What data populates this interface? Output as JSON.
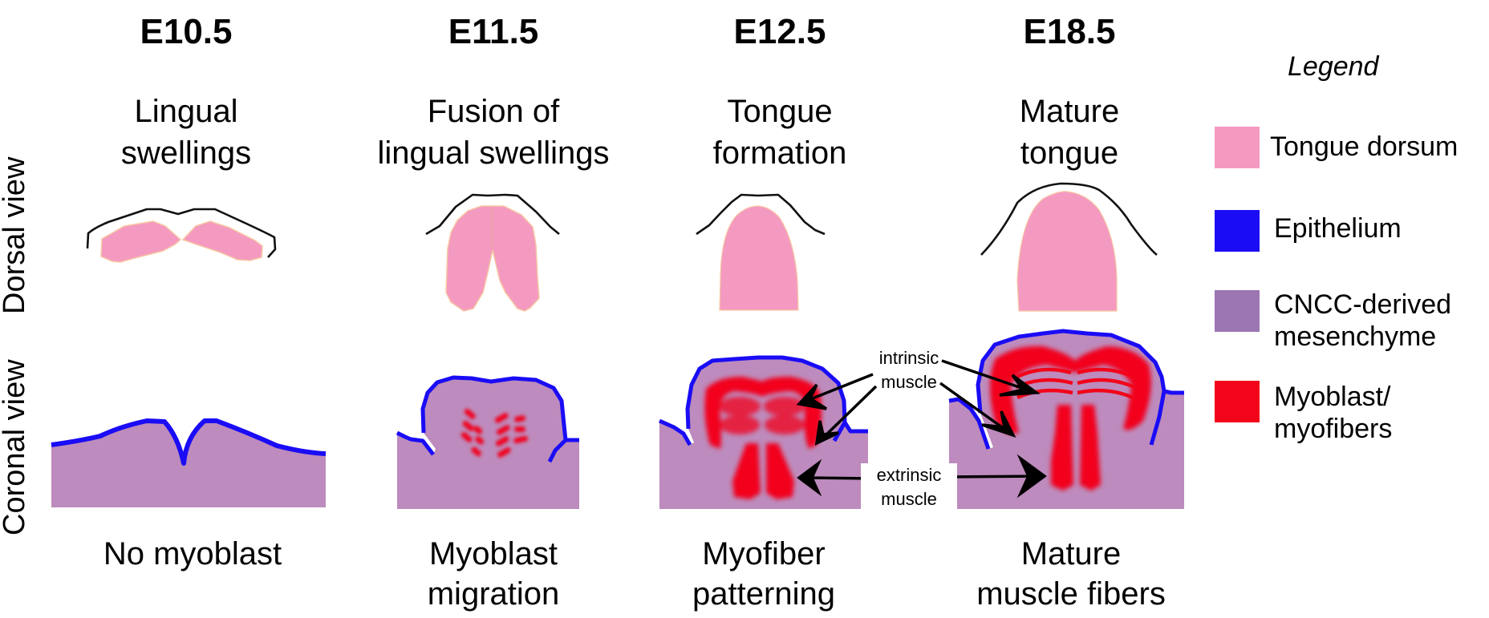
{
  "stages": [
    {
      "title": "E10.5",
      "dorsal_description": [
        "Lingual",
        "swellings"
      ],
      "coronal_caption": [
        "No myoblast",
        ""
      ]
    },
    {
      "title": "E11.5",
      "dorsal_description": [
        "Fusion of",
        "lingual swellings"
      ],
      "coronal_caption": [
        "Myoblast",
        "migration"
      ]
    },
    {
      "title": "E12.5",
      "dorsal_description": [
        "Tongue",
        "formation"
      ],
      "coronal_caption": [
        "Myofiber",
        "patterning"
      ]
    },
    {
      "title": "E18.5",
      "dorsal_description": [
        "Mature",
        "tongue"
      ],
      "coronal_caption": [
        "Mature",
        "muscle fibers"
      ]
    }
  ],
  "row_labels": {
    "dorsal": "Dorsal view",
    "coronal": "Coronal view"
  },
  "annotations": {
    "intrinsic": [
      "intrinsic",
      "muscle"
    ],
    "extrinsic": [
      "extrinsic",
      "muscle"
    ]
  },
  "legend": {
    "title": "Legend",
    "items": [
      {
        "label": [
          "Tongue dorsum",
          ""
        ],
        "color": "#f49ac1"
      },
      {
        "label": [
          "Epithelium",
          ""
        ],
        "color": "#1a0cf5"
      },
      {
        "label": [
          "CNCC-derived",
          "mesenchyme"
        ],
        "color": "#9b76b3"
      },
      {
        "label": [
          "Myoblast/",
          "myofibers"
        ],
        "color": "#f2051a"
      }
    ]
  },
  "colors": {
    "tongue_dorsum": "#f49ac1",
    "epithelium": "#1a0cf5",
    "mesenchyme": "#bd8bbd",
    "muscle": "#f2051a",
    "outline": "#111111"
  }
}
